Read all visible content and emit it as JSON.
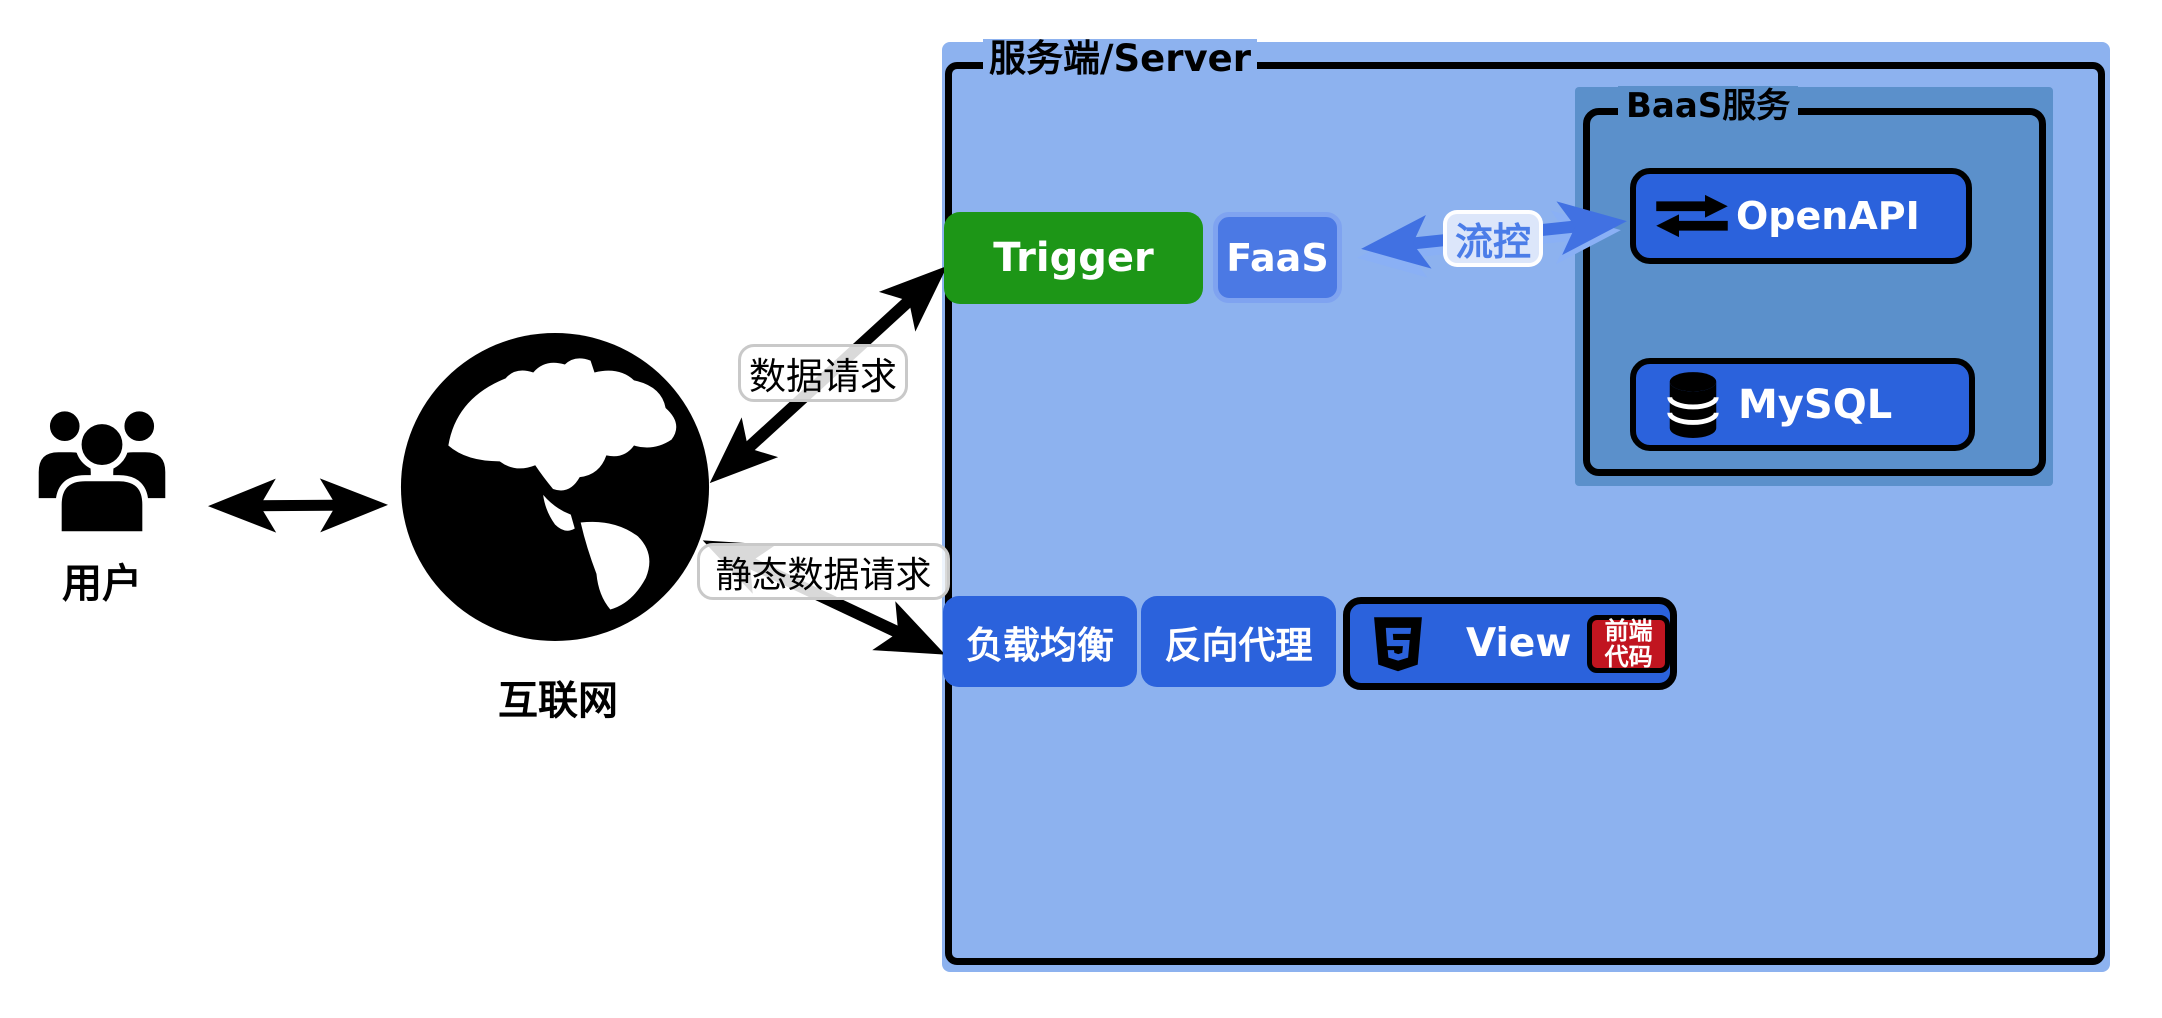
{
  "colors": {
    "server_fill": "#8db2ef",
    "baas_fill": "#5b90cb",
    "node_blue": "#2b62dc",
    "faas_fill": "#4b79e4",
    "faas_border": "#7fa3f0",
    "trigger_green": "#1d9617",
    "badge_red": "#c11520",
    "arrow_blue": "#4171e2",
    "arrow_blue_light": "#8ab0f5",
    "flow_pill_bg": "#dce6fa",
    "flow_text": "#4b7de8",
    "arrow_black": "#000000"
  },
  "nodes": {
    "users": {
      "label": "用户"
    },
    "internet": {
      "label": "互联网"
    },
    "server": {
      "label": "服务端/Server"
    },
    "baas": {
      "label": "BaaS服务"
    },
    "trigger": {
      "label": "Trigger"
    },
    "faas": {
      "label": "FaaS"
    },
    "openapi": {
      "label": "OpenAPI"
    },
    "mysql": {
      "label": "MySQL"
    },
    "load_balancer": {
      "label": "负载均衡"
    },
    "reverse_proxy": {
      "label": "反向代理"
    },
    "view": {
      "label": "View"
    },
    "frontend_code_badge": {
      "line1": "前端",
      "line2": "代码"
    }
  },
  "edges": {
    "data_request": {
      "label": "数据请求"
    },
    "static_data_request": {
      "label": "静态数据请求"
    },
    "flow_control": {
      "label": "流控"
    }
  }
}
